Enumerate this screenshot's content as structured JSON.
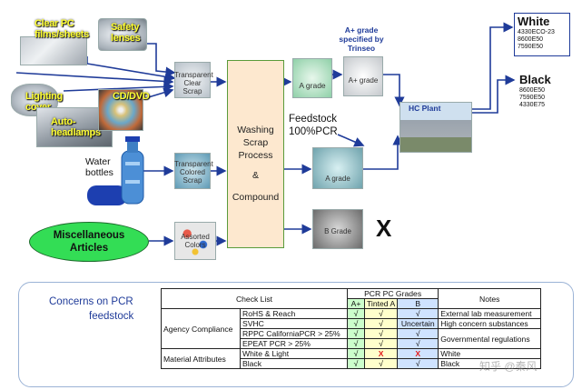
{
  "inputs": {
    "clear_pc": "Clear PC films/sheets",
    "safety_lenses": "Safety lenses",
    "lighting_cover": "Lighting cover",
    "cd_dvd": "CD/DVD",
    "auto_headlamps": "Auto-headlamps",
    "water_bottles": "Water bottles",
    "misc": "Miscellaneous Articles"
  },
  "intermediates": {
    "transparent_clear_scrap": "Transparent Clear Scrap",
    "transparent_colored_scrap": "Transparent Colored Scrap",
    "assorted_colors": "Assorted Colors"
  },
  "process": {
    "line1": "Washing",
    "line2": "Scrap",
    "line3": "Process",
    "amp": "&",
    "line4": "Compound"
  },
  "grades": {
    "a_grade": "A grade",
    "a_plus_grade_photo": "A+ grade",
    "a_plus_title": "A+ grade specified by Trinseo",
    "a_grade_photo": "A grade",
    "b_grade": "B Grade",
    "reject_mark": "X"
  },
  "feedstock": "Feedstock 100%PCR",
  "plant": "HC Plant",
  "outputs": {
    "white": {
      "title": "White",
      "codes": [
        "4330ECO-23",
        "8600E50",
        "7590E50"
      ]
    },
    "black": {
      "title": "Black",
      "codes": [
        "8600E50",
        "7590E50",
        "4330E75"
      ]
    }
  },
  "concerns": {
    "title_line1": "Concerns on PCR",
    "title_line2": "feedstock"
  },
  "table": {
    "header_checklist": "Check List",
    "header_grades": "PCR PC Grades",
    "header_notes": "Notes",
    "col_aplus": "A+",
    "col_tinted": "Tinted A",
    "col_b": "B",
    "groups": [
      {
        "name": "Agency Compliance",
        "rows": [
          {
            "item": "RoHS & Reach",
            "aplus": "√",
            "tinted": "√",
            "b": "√",
            "note": "External lab measurement"
          },
          {
            "item": "SVHC",
            "aplus": "√",
            "tinted": "√",
            "b": "Uncertain",
            "note": "High concern substances"
          },
          {
            "item": "RPPC CaliforniaPCR > 25%",
            "aplus": "√",
            "tinted": "√",
            "b": "√",
            "note": "Governmental regulations"
          },
          {
            "item": "EPEAT PCR > 25%",
            "aplus": "√",
            "tinted": "√",
            "b": "√",
            "note": ""
          }
        ]
      },
      {
        "name": "Material Attributes",
        "rows": [
          {
            "item": "White & Light",
            "aplus": "√",
            "tinted": "X",
            "b": "X",
            "note": "White"
          },
          {
            "item": "Black",
            "aplus": "√",
            "tinted": "√",
            "b": "√",
            "note": "Black"
          }
        ]
      }
    ]
  },
  "watermark": "知乎 @秦风",
  "colors": {
    "arrow": "#1f3b99",
    "process_fill": "#fde8cf",
    "misc_green": "#33dd55",
    "concerns_text": "#1f3b99"
  }
}
